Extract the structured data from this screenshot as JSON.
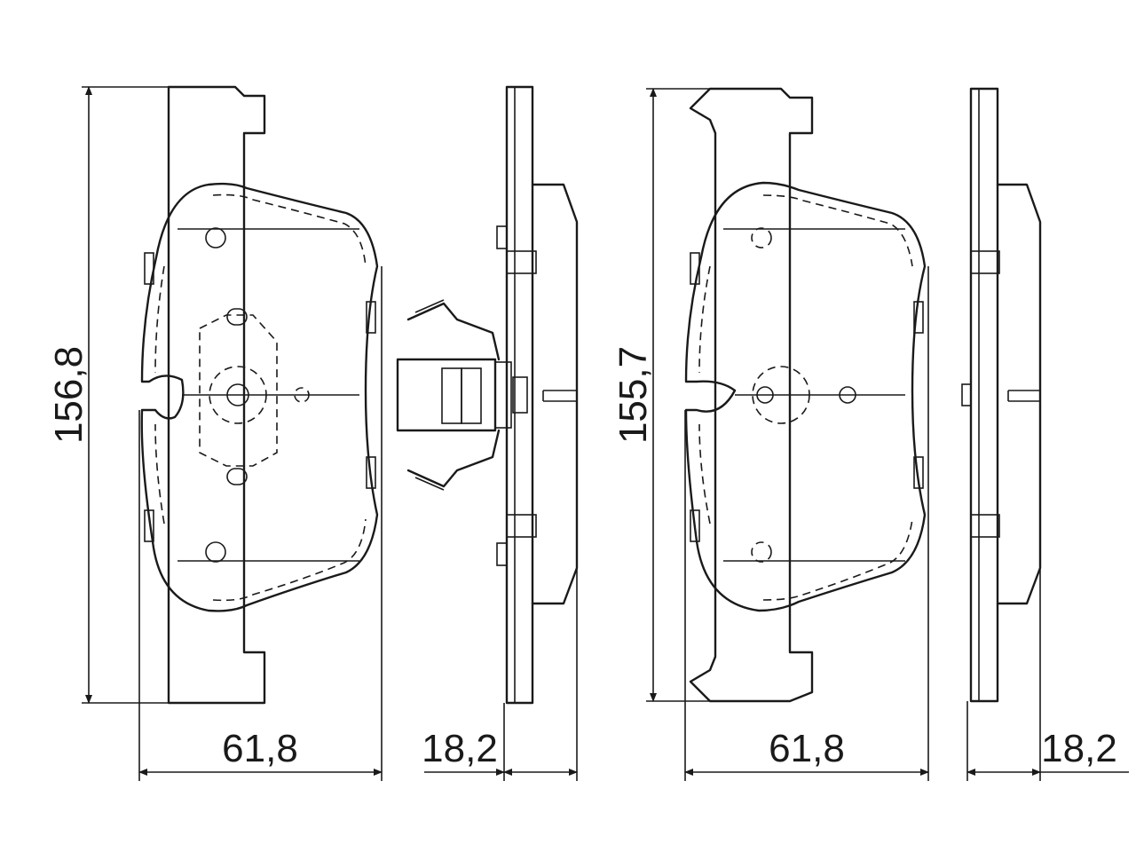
{
  "drawing": {
    "pad_1": {
      "height_label": "156,8",
      "width_label": "61,8",
      "thickness_label": "18,2",
      "has_wear_sensor_clip": true
    },
    "pad_2": {
      "height_label": "155,7",
      "width_label": "61,8",
      "thickness_label": "18,2",
      "has_wear_sensor_clip": false
    }
  }
}
